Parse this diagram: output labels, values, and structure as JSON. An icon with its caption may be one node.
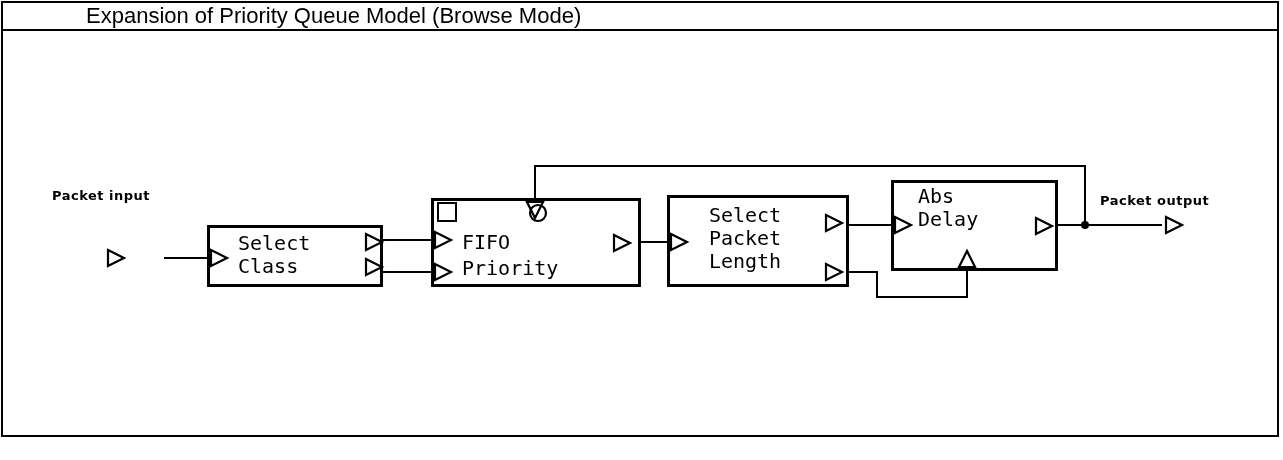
{
  "diagram": {
    "title": "Expansion of Priority Queue Model (Browse Mode)",
    "nodes": [
      {
        "text": [
          "Packet input"
        ]
      },
      {
        "text": [
          "Select Class"
        ]
      },
      {
        "text": [
          "FIFO",
          "Priority"
        ]
      },
      {
        "text": [
          "Select Packet Length"
        ]
      },
      {
        "text": [
          "Abs Delay"
        ]
      },
      {
        "text": [
          "Packet output"
        ]
      }
    ],
    "edges": [
      {
        "from": 0,
        "to": 1,
        "arrow": "to"
      },
      {
        "from": 1,
        "to": 2,
        "arrow": "to"
      },
      {
        "from": 1,
        "to": 2,
        "arrow": "to"
      },
      {
        "from": 2,
        "to": 3,
        "arrow": "to"
      },
      {
        "from": 3,
        "to": 4,
        "arrow": "to"
      },
      {
        "from": 3,
        "to": 4,
        "arrow": "to"
      },
      {
        "from": 4,
        "to": 5,
        "arrow": "to"
      },
      {
        "from": 4,
        "to": 2,
        "arrow": "to"
      }
    ]
  }
}
